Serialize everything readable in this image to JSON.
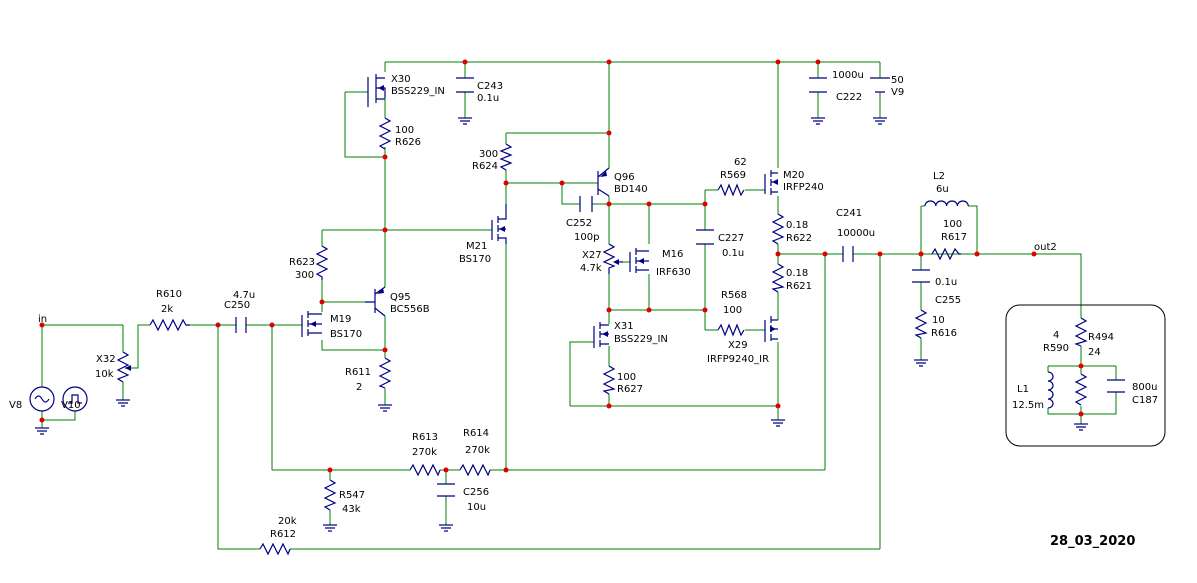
{
  "date": "28_03_2020",
  "nets": {
    "in": "in",
    "out2": "out2"
  },
  "parts": {
    "X30": {
      "ref": "X30",
      "model": "BSS229_IN"
    },
    "C243": {
      "ref": "C243",
      "value": "0.1u"
    },
    "R626": {
      "ref": "R626",
      "value": "100"
    },
    "C222": {
      "ref": "C222",
      "value": "1000u"
    },
    "V9": {
      "ref": "V9",
      "value": "50"
    },
    "R624": {
      "ref": "R624",
      "value": "300"
    },
    "Q96": {
      "ref": "Q96",
      "model": "BD140"
    },
    "C252": {
      "ref": "C252",
      "value": "100p"
    },
    "R569": {
      "ref": "R569",
      "value": "62"
    },
    "M20": {
      "ref": "M20",
      "model": "IRFP240"
    },
    "R622": {
      "ref": "R622",
      "value": "0.18"
    },
    "M21": {
      "ref": "M21",
      "model": "BS170"
    },
    "X27": {
      "ref": "X27",
      "value": "4.7k"
    },
    "M16": {
      "ref": "M16",
      "model": "IRF630"
    },
    "C227": {
      "ref": "C227",
      "value": "0.1u"
    },
    "R621": {
      "ref": "R621",
      "value": "0.18"
    },
    "C241": {
      "ref": "C241",
      "value": "10000u"
    },
    "L2": {
      "ref": "L2",
      "value": "6u"
    },
    "R617": {
      "ref": "R617",
      "value": "100"
    },
    "R623": {
      "ref": "R623",
      "value": "300"
    },
    "Q95": {
      "ref": "Q95",
      "model": "BC556B"
    },
    "R610": {
      "ref": "R610",
      "value": "2k"
    },
    "C250": {
      "ref": "C250",
      "value": "4.7u"
    },
    "M19": {
      "ref": "M19",
      "model": "BS170"
    },
    "R568": {
      "ref": "R568",
      "value": "100"
    },
    "X31": {
      "ref": "X31",
      "model": "BSS229_IN"
    },
    "X29": {
      "ref": "X29",
      "model": "IRFP9240_IR"
    },
    "C255": {
      "ref": "C255",
      "value": "0.1u"
    },
    "R616": {
      "ref": "R616",
      "value": "10"
    },
    "R494": {
      "ref": "R494",
      "value": "24"
    },
    "R590": {
      "ref": "R590",
      "value": "4"
    },
    "L1": {
      "ref": "L1",
      "value": "12.5m"
    },
    "C187": {
      "ref": "C187",
      "value": "800u"
    },
    "X32": {
      "ref": "X32",
      "value": "10k"
    },
    "V8": {
      "ref": "V8"
    },
    "V10": {
      "ref": "V10"
    },
    "R611": {
      "ref": "R611",
      "value": "2"
    },
    "R627": {
      "ref": "R627",
      "value": "100"
    },
    "R613": {
      "ref": "R613",
      "value": "270k"
    },
    "R614": {
      "ref": "R614",
      "value": "270k"
    },
    "R547": {
      "ref": "R547",
      "value": "43k"
    },
    "C256": {
      "ref": "C256",
      "value": "10u"
    },
    "R612": {
      "ref": "R612",
      "value": "20k"
    }
  }
}
